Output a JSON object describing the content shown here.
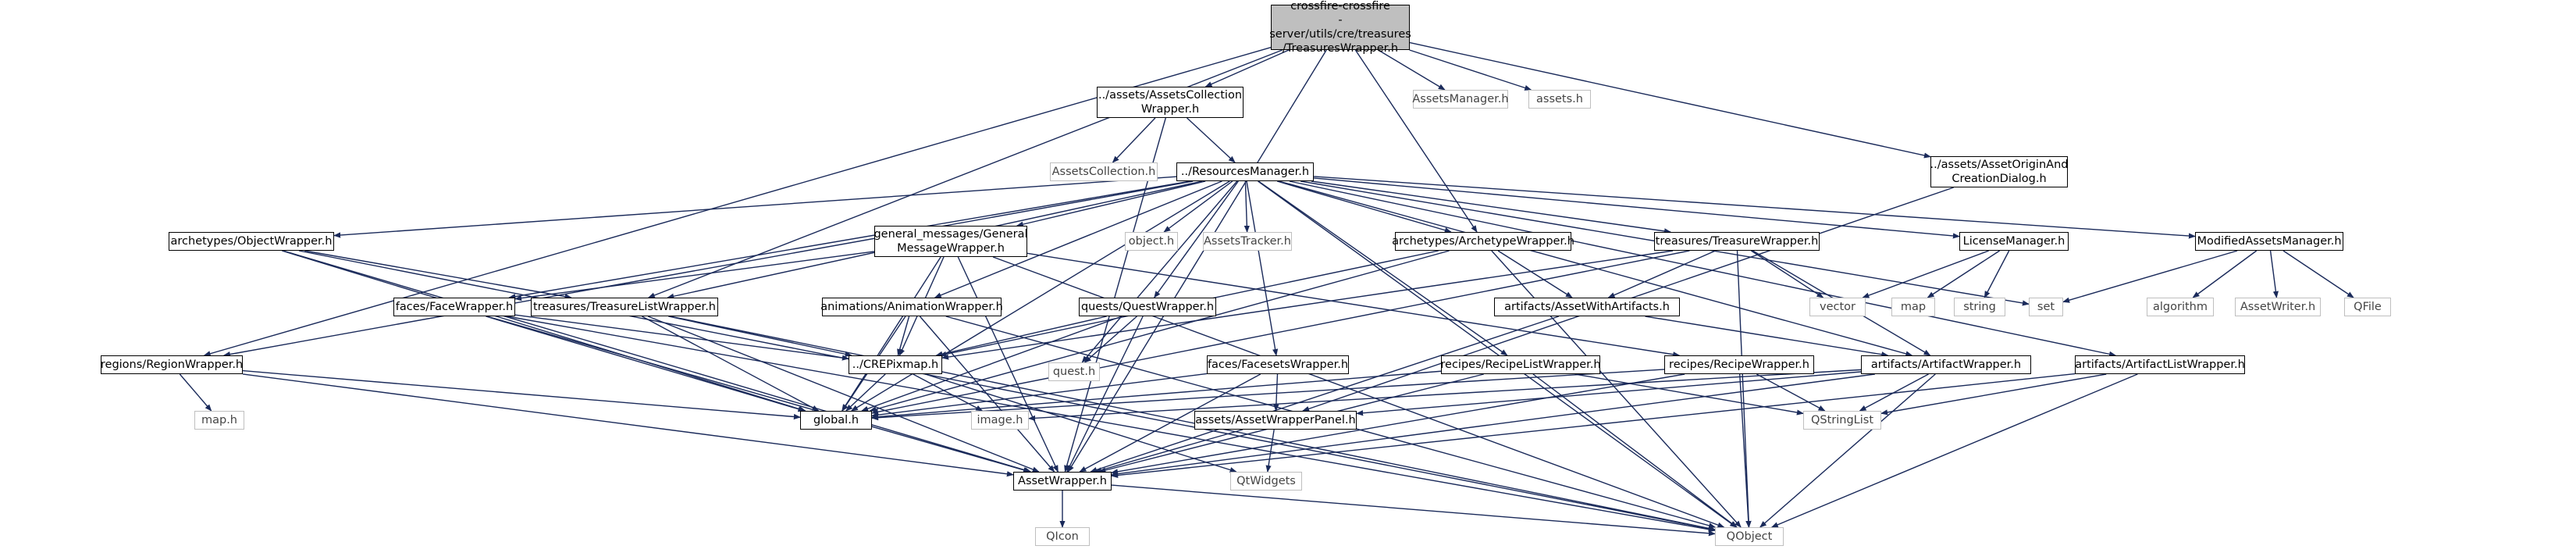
{
  "graph": {
    "root": "crossfire-crossfire\n-server/utils/cre/treasures\n/TreasuresWrapper.h",
    "nodes": {
      "assets_collection_wrapper": "../assets/AssetsCollection\nWrapper.h",
      "assets_manager": "AssetsManager.h",
      "assets_h": "assets.h",
      "assets_collection": "AssetsCollection.h",
      "resources_manager": "../ResourcesManager.h",
      "asset_origin_dialog": "../assets/AssetOriginAnd\nCreationDialog.h",
      "object_wrapper": "archetypes/ObjectWrapper.h",
      "general_message_wrapper": "general_messages/General\nMessageWrapper.h",
      "object_h": "object.h",
      "assets_tracker": "AssetsTracker.h",
      "archetype_wrapper": "archetypes/ArchetypeWrapper.h",
      "treasure_wrapper": "treasures/TreasureWrapper.h",
      "license_manager": "LicenseManager.h",
      "modified_assets_manager": "ModifiedAssetsManager.h",
      "face_wrapper": "faces/FaceWrapper.h",
      "treasure_list_wrapper": "treasures/TreasureListWrapper.h",
      "animation_wrapper": "animations/AnimationWrapper.h",
      "quest_wrapper": "quests/QuestWrapper.h",
      "asset_with_artifacts": "artifacts/AssetWithArtifacts.h",
      "vector": "vector",
      "map": "map",
      "string": "string",
      "set": "set",
      "algorithm": "algorithm",
      "asset_writer": "AssetWriter.h",
      "qfile": "QFile",
      "region_wrapper": "regions/RegionWrapper.h",
      "crepixmap": "../CREPixmap.h",
      "quest_h": "quest.h",
      "facesets_wrapper": "faces/FacesetsWrapper.h",
      "recipe_list_wrapper": "recipes/RecipeListWrapper.h",
      "recipe_wrapper": "recipes/RecipeWrapper.h",
      "artifact_wrapper": "artifacts/ArtifactWrapper.h",
      "artifact_list_wrapper": "artifacts/ArtifactListWrapper.h",
      "map_h": "map.h",
      "global_h": "global.h",
      "image_h": "image.h",
      "asset_wrapper_panel": "assets/AssetWrapperPanel.h",
      "qstringlist": "QStringList",
      "asset_wrapper": "AssetWrapper.h",
      "qtwidgets": "QtWidgets",
      "qicon": "QIcon",
      "qobject": "QObject"
    }
  }
}
